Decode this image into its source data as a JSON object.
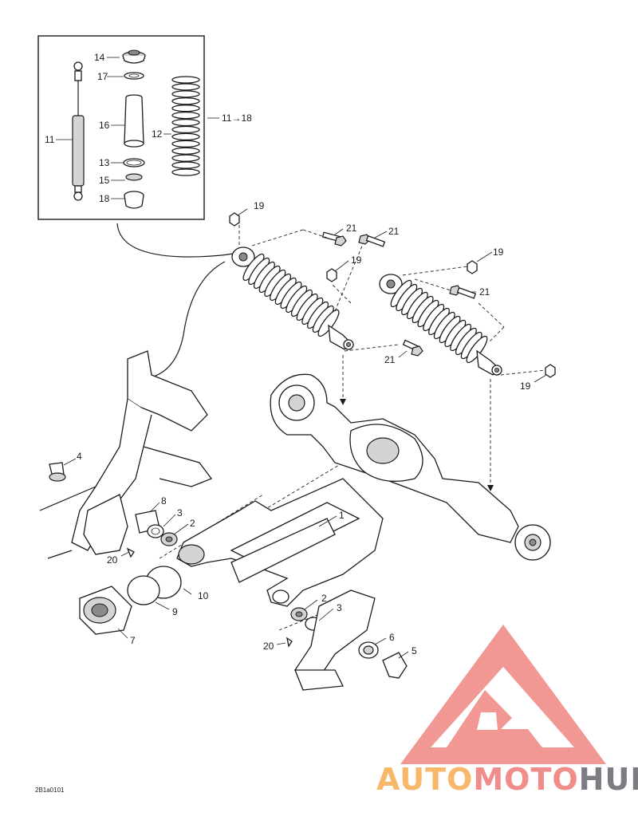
{
  "diagram": {
    "callouts": [
      "1",
      "2",
      "3",
      "4",
      "5",
      "6",
      "7",
      "8",
      "9",
      "10",
      "11",
      "12",
      "13",
      "14",
      "15",
      "16",
      "17",
      "18",
      "19",
      "20",
      "21"
    ],
    "inset_range": "11→18",
    "drawing_code": "2B1a0101"
  },
  "watermark": {
    "part1": "AUTO",
    "part2": "MOTO",
    "part3": "HUB",
    "colors": {
      "auto": "#f7b86a",
      "moto": "#f08d8a",
      "hub": "#7c7c84",
      "logo": "#f08d8a"
    }
  }
}
